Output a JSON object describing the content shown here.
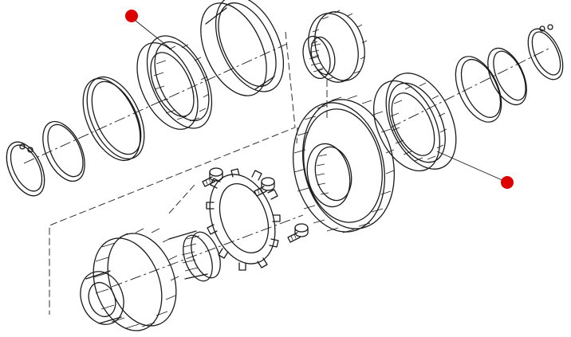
{
  "diagram": {
    "kind": "exploded-assembly",
    "line_color": "#1a1a1a",
    "background": "#ffffff",
    "callout_color": "#dd0000",
    "callouts": [
      {
        "id": "callout-bearing-left",
        "target": "tapered-roller-bearing-left"
      },
      {
        "id": "callout-bearing-right",
        "target": "tapered-roller-bearing-right"
      }
    ],
    "parts": [
      "snap-ring-left",
      "shim-ring-left",
      "bearing-cup-left",
      "tapered-roller-bearing-left",
      "bearing-housing-cup",
      "needle-roller-bearing",
      "small-spur-gear",
      "large-helical-gear",
      "lock-plate",
      "cap-screw-1",
      "cap-screw-2",
      "cap-screw-3",
      "pinion-shaft",
      "tapered-roller-bearing-right",
      "shim-ring-right",
      "thrust-washer-right",
      "snap-ring-right"
    ]
  }
}
